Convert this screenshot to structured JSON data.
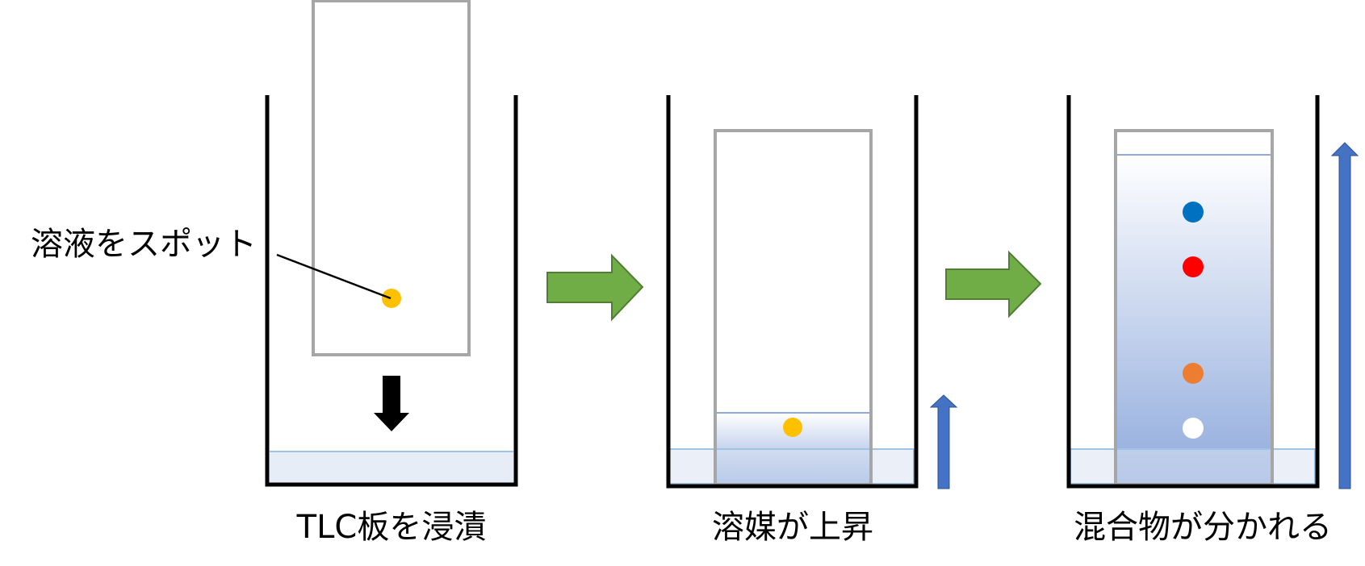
{
  "annotation": {
    "spot_label": "溶液をスポット"
  },
  "steps": [
    {
      "caption": "TLC板を浸漬"
    },
    {
      "caption": "溶媒が上昇"
    },
    {
      "caption": "混合物が分かれる"
    }
  ],
  "colors": {
    "beaker": "#000000",
    "plate_border": "#a6a6a6",
    "solvent_fill": "#dae3f3",
    "solvent_line": "#9dc3e6",
    "gradient_top": "#ffffff",
    "gradient_bottom": "#8faadc",
    "step_arrow": "#70ad47",
    "step_arrow_stroke": "#507e32",
    "rise_arrow": "#4472c4",
    "dip_arrow": "#000000",
    "spot_sample": "#ffc000",
    "spot_blue": "#0070c0",
    "spot_red": "#ff0000",
    "spot_orange": "#ed7d31",
    "spot_white": "#ffffff"
  }
}
